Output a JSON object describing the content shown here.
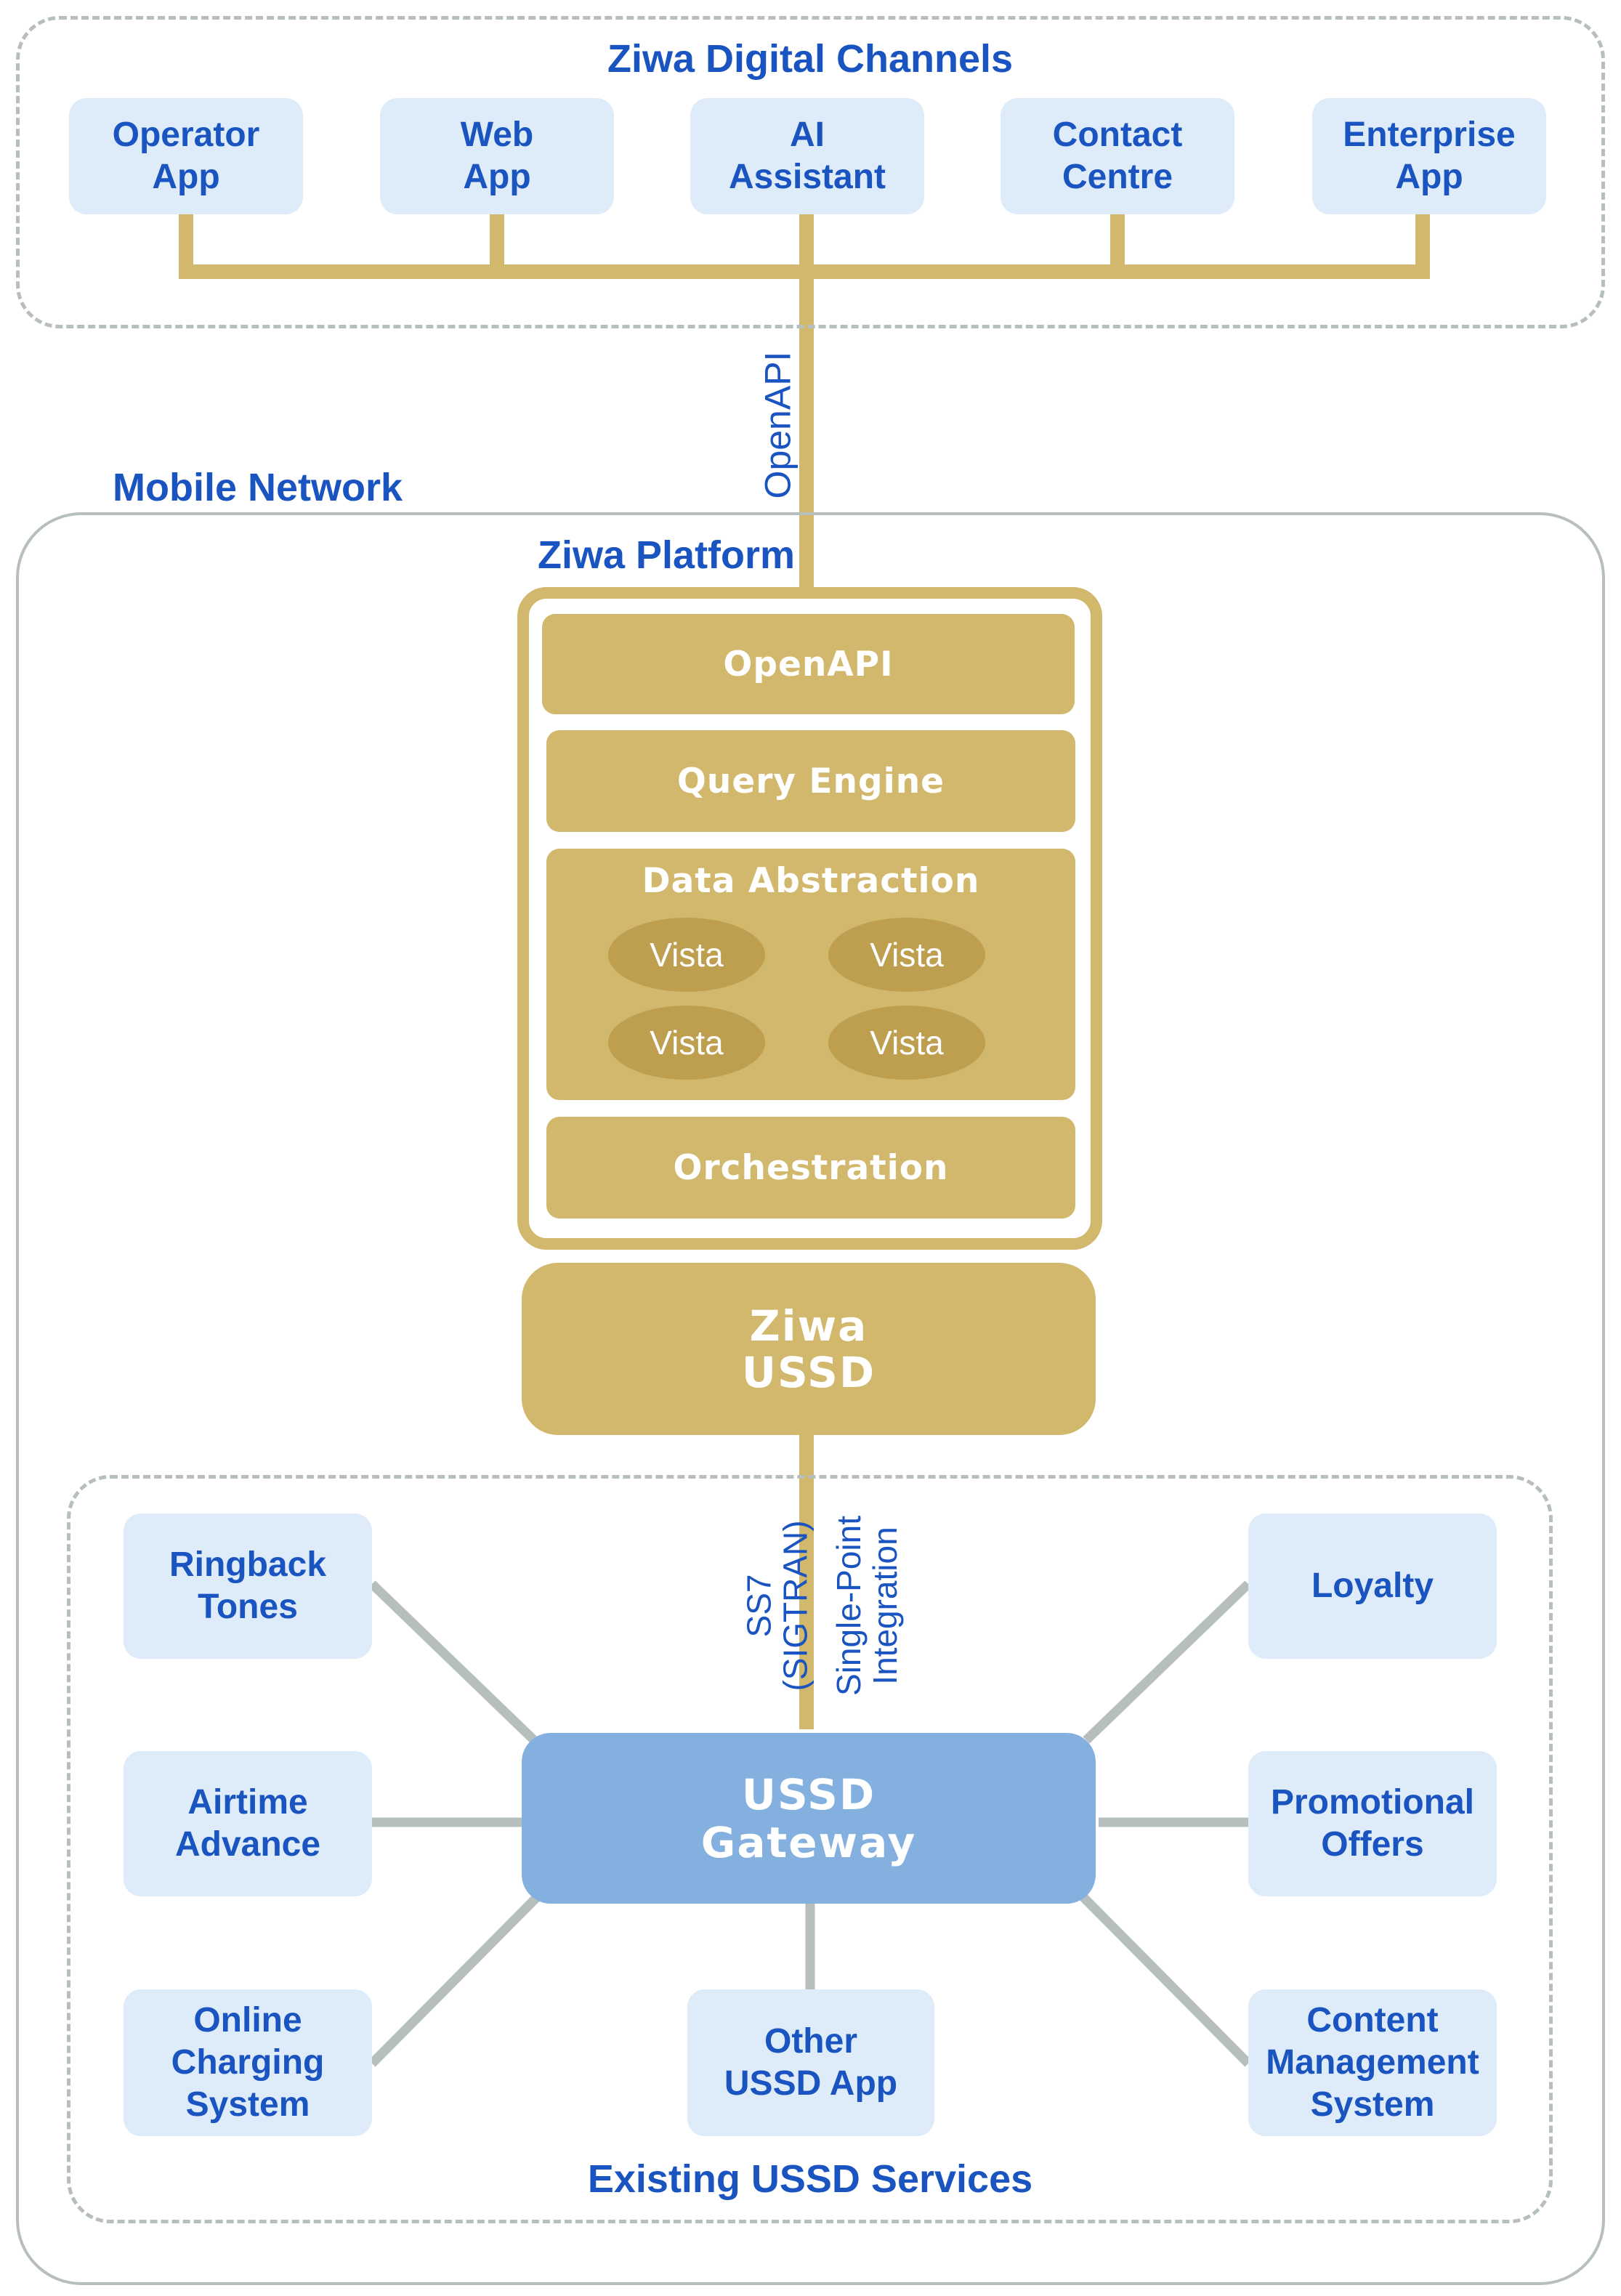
{
  "channels": {
    "title": "Ziwa Digital Channels",
    "items": [
      {
        "label": "Operator\nApp"
      },
      {
        "label": "Web\nApp"
      },
      {
        "label": "AI\nAssistant"
      },
      {
        "label": "Contact\nCentre"
      },
      {
        "label": "Enterprise\nApp"
      }
    ],
    "link_label": "OpenAPI"
  },
  "network": {
    "title": "Mobile Network",
    "platform_title": "Ziwa Platform",
    "layers": {
      "openapi": "OpenAPI",
      "query_engine": "Query Engine",
      "data_abstraction": "Data Abstraction",
      "vistas": [
        "Vista",
        "Vista",
        "Vista",
        "Vista"
      ],
      "orchestration": "Orchestration"
    },
    "ziwa_ussd": "Ziwa\nUSSD",
    "link_left": "SS7\n(SIGTRAN)",
    "link_right": "Single-Point\nIntegration",
    "gateway": "USSD\nGateway"
  },
  "services": {
    "title": "Existing USSD Services",
    "left": [
      {
        "label": "Ringback\nTones"
      },
      {
        "label": "Airtime\nAdvance"
      },
      {
        "label": "Online\nCharging\nSystem"
      }
    ],
    "bottom": {
      "label": "Other\nUSSD App"
    },
    "right": [
      {
        "label": "Loyalty"
      },
      {
        "label": "Promotional\nOffers"
      },
      {
        "label": "Content\nManagement\nSystem"
      }
    ]
  },
  "colors": {
    "blue_text": "#1a54c0",
    "light_box": "#deebf9",
    "gold": "#d1b86c",
    "vista_gold": "#bd9f4f",
    "gateway_blue": "#84b0e0",
    "connector_grey": "#b7bfbd"
  }
}
